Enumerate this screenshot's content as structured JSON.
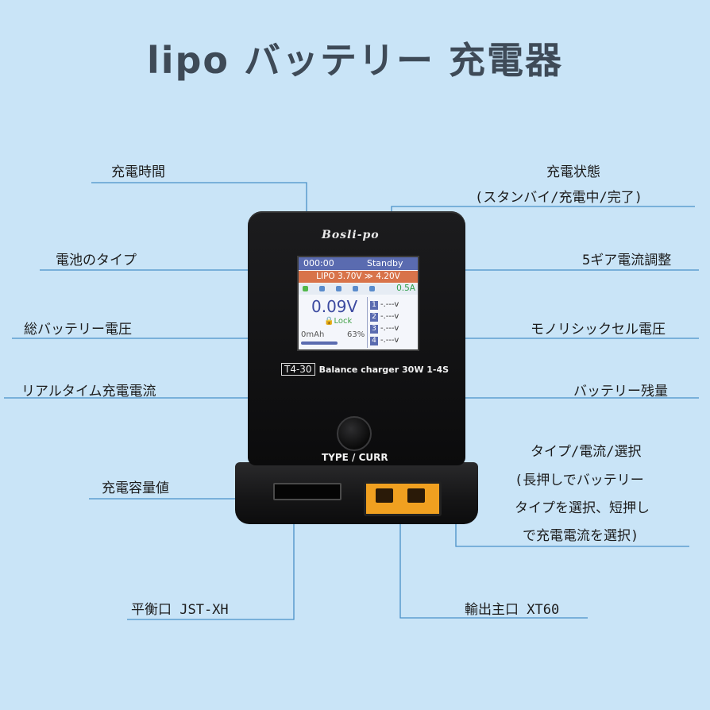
{
  "title": "lipo バッテリー 充電器",
  "labels": {
    "charge_time": "充電時間",
    "battery_type": "電池のタイプ",
    "total_voltage": "総バッテリー電圧",
    "realtime_current": "リアルタイム充電電流",
    "capacity_value": "充電容量値",
    "balance_port": "平衡口 JST-XH",
    "charge_state": "充電状態",
    "charge_state_detail": "(スタンバイ/充電中/完了)",
    "gear_current": "5ギア電流調整",
    "cell_voltage": "モノリシックセル電圧",
    "remaining": "バッテリー残量",
    "select_line1": "タイプ/電流/選択",
    "select_line2": "(長押しでバッテリー",
    "select_line3": "タイプを選択、短押し",
    "select_line4": "で充電電流を選択)",
    "output_port": "輸出主口 XT60"
  },
  "device": {
    "brand": "Bosli-po",
    "screen": {
      "time": "000:00",
      "status": "Standby",
      "battery_line": "LIPO 3.70V ≫ 4.20V",
      "current": "0.5A",
      "voltage": "0.09V",
      "lock": "Lock",
      "mah": "0mAh",
      "percent": "63%",
      "cells": [
        {
          "n": "1",
          "v": "-.---v"
        },
        {
          "n": "2",
          "v": "-.---v"
        },
        {
          "n": "3",
          "v": "-.---v"
        },
        {
          "n": "4",
          "v": "-.---v"
        }
      ]
    },
    "model_box": "T4-30",
    "model_text": "Balance charger 30W 1-4S",
    "button_label": "TYPE / CURR"
  },
  "colors": {
    "background": "#c9e4f7",
    "title": "#3e4a57",
    "connector": "#f0a020"
  }
}
